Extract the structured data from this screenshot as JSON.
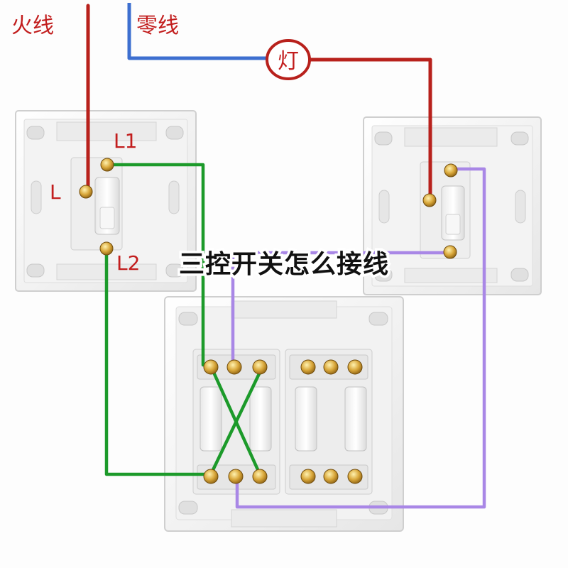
{
  "labels": {
    "live": "火线",
    "neutral": "零线",
    "lamp": "灯",
    "terminal_l": "L",
    "terminal_l1": "L1",
    "terminal_l2": "L2"
  },
  "title": "三控开关怎么接线",
  "colors": {
    "live_wire": "#b8211c",
    "neutral_wire": "#3d6fd0",
    "traveler_green": "#1c9a2a",
    "traveler_purple": "#a987e6",
    "label_red": "#c21d1d",
    "panel_white": "#f4f4f4"
  }
}
